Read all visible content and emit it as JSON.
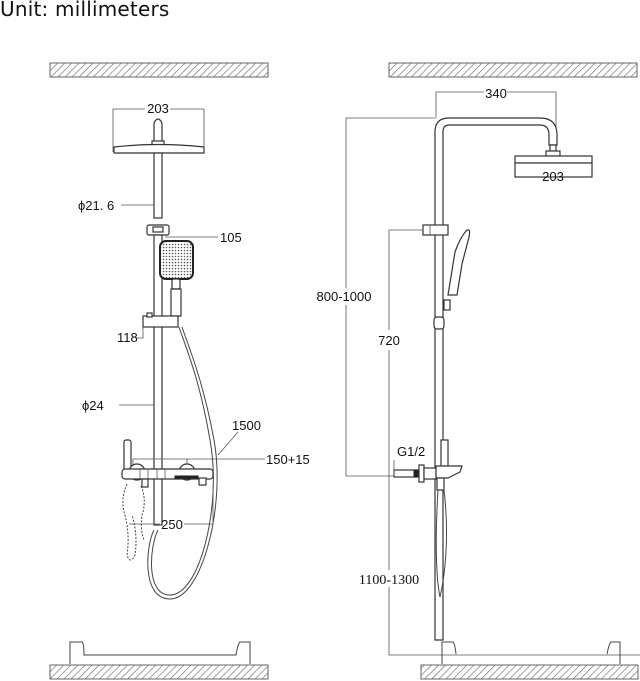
{
  "header": {
    "unit_label": "Unit: millimeters"
  },
  "front_view": {
    "shower_head_width": "203",
    "pipe_upper_diameter": "ϕ21. 6",
    "hand_shower_width": "105",
    "holder_width": "118",
    "pipe_lower_diameter": "ϕ24",
    "hose_length": "1500",
    "inlet_spacing": "150+15",
    "mixer_width": "250"
  },
  "side_view": {
    "arm_projection": "340",
    "shower_head_width": "203",
    "overall_height": "800-1000",
    "slider_height": "720",
    "inlet_thread": "G1/2",
    "mixer_height_from_floor": "1100-1300"
  },
  "colors": {
    "line": "#444444",
    "hatch": "#666666",
    "text": "#111111"
  }
}
